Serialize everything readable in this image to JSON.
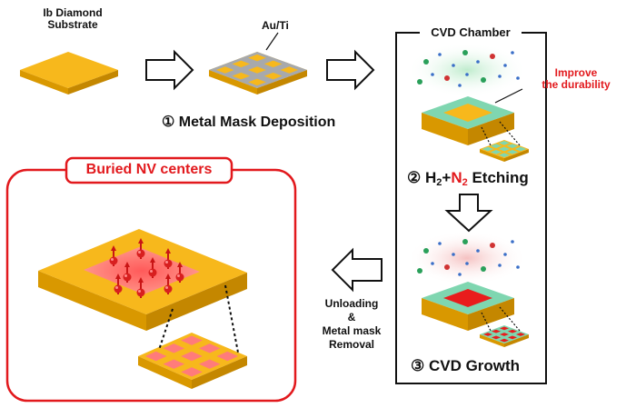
{
  "labels": {
    "substrate_line1": "Ib Diamond",
    "substrate_line2": "Substrate",
    "mask_material": "Au/Ti",
    "step1": "① Metal Mask Deposition",
    "chamber_title": "CVD Chamber",
    "improve_line1": "Improve",
    "improve_line2": "the durability",
    "step2_prefix": "② H",
    "step2_h_sub": "2",
    "step2_plus": "+",
    "step2_n": "N",
    "step2_n_sub": "2",
    "step2_suffix": " Etching",
    "step3": "③ CVD Growth",
    "buried_title": "Buried NV centers",
    "unload_line1": "Unloading",
    "unload_line2": "&",
    "unload_line3": "Metal mask",
    "unload_line4": "Removal"
  },
  "colors": {
    "diamond_top": "#f7b81c",
    "diamond_side": "#d99800",
    "metal_mask": "#a7a9ac",
    "green_layer": "#7fd6b0",
    "red_region": "#ff8a8a",
    "red_accent": "#e2191d",
    "plasma_green": "#c9efd9",
    "plasma_pink": "#f6c6c6"
  },
  "icons": [
    "right-arrow-icon",
    "down-arrow-icon",
    "left-arrow-icon",
    "nv-center-icon",
    "plasma-particle-icon"
  ]
}
